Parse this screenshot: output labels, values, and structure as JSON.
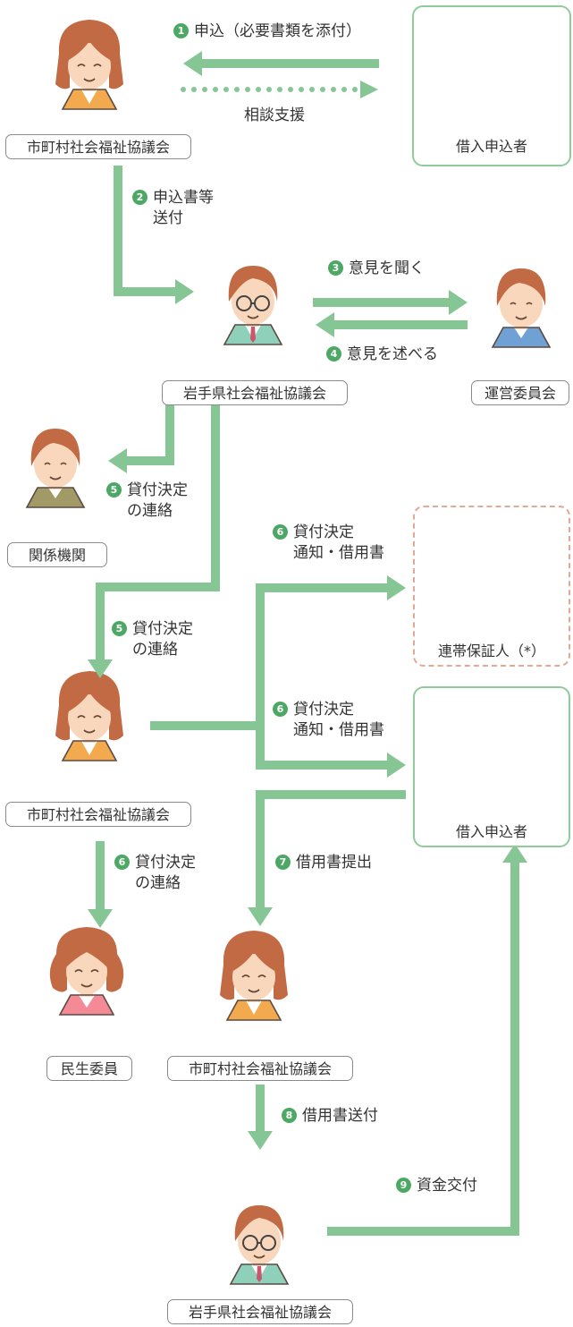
{
  "colors": {
    "arrow": "#86c695",
    "step_badge": "#4ea865",
    "box_border": "#8fcb9b",
    "guarantor_border": "#e3a992"
  },
  "labels": {
    "city_council": "市町村社会福祉協議会",
    "borrower": "借入申込者",
    "pref_council": "岩手県社会福祉協議会",
    "committee": "運営委員会",
    "agencies": "関係機関",
    "guarantor": "連帯保証人（*）",
    "welfare_volunteer": "民生委員"
  },
  "steps": {
    "s1": {
      "num": "1",
      "text": "申込（必要書類を添付）"
    },
    "consult": "相談支援",
    "s2": {
      "num": "2",
      "line1": "申込書等",
      "line2": "送付"
    },
    "s3": {
      "num": "3",
      "text": "意見を聞く"
    },
    "s4": {
      "num": "4",
      "text": "意見を述べる"
    },
    "s5a": {
      "num": "5",
      "line1": "貸付決定",
      "line2": "の連絡"
    },
    "s5b": {
      "num": "5",
      "line1": "貸付決定",
      "line2": "の連絡"
    },
    "s6a": {
      "num": "6",
      "line1": "貸付決定",
      "line2": "通知・借用書"
    },
    "s6b": {
      "num": "6",
      "line1": "貸付決定",
      "line2": "通知・借用書"
    },
    "s6c": {
      "num": "6",
      "line1": "貸付決定",
      "line2": "の連絡"
    },
    "s7": {
      "num": "7",
      "text": "借用書提出"
    },
    "s8": {
      "num": "8",
      "text": "借用書送付"
    },
    "s9": {
      "num": "9",
      "text": "資金交付"
    }
  }
}
